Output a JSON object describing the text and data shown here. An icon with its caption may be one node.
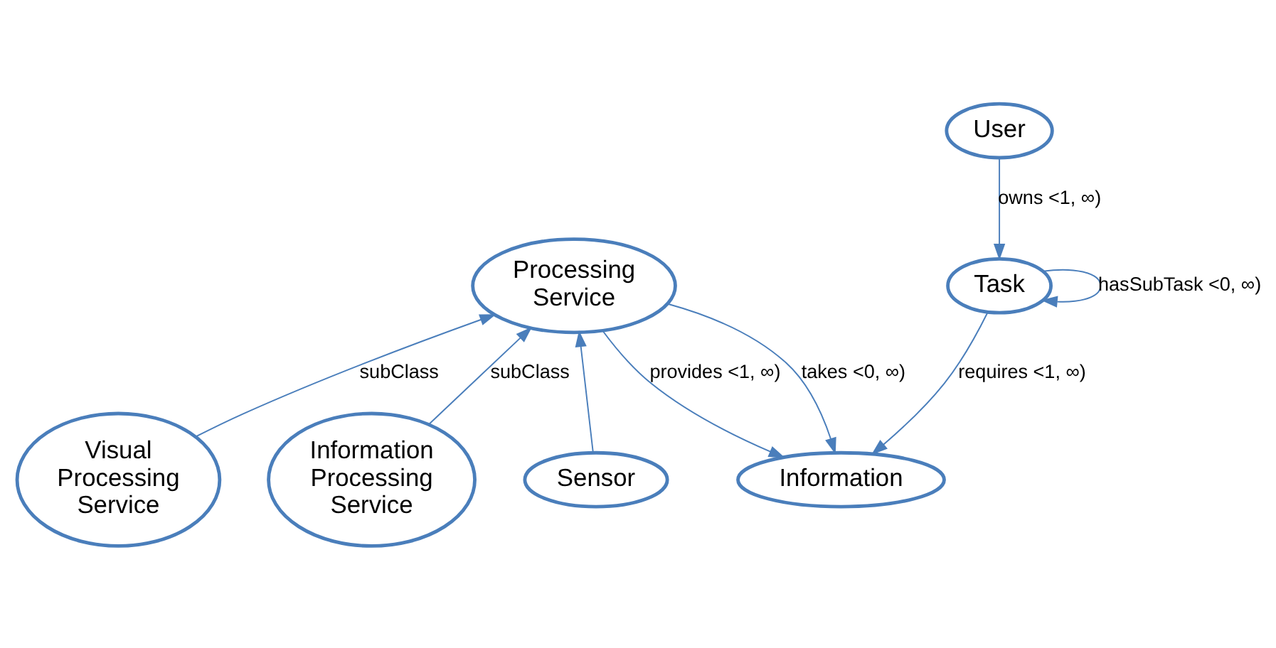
{
  "diagram": {
    "nodes": [
      {
        "text": [
          "Visual Processing Service"
        ]
      },
      {
        "text": [
          "User"
        ]
      },
      {
        "text": [
          "Processing Service"
        ]
      },
      {
        "text": [
          "Task"
        ]
      },
      {
        "text": [
          "Information Processing Service"
        ]
      },
      {
        "text": [
          "Sensor"
        ]
      },
      {
        "text": [
          "Information"
        ]
      }
    ],
    "edges": [
      {
        "from": 3,
        "to": 3,
        "arrow": "to",
        "label": "hasSubTask <0, ∞)"
      },
      {
        "from": 1,
        "to": 3,
        "arrow": "to",
        "label": "owns <1, ∞)"
      },
      {
        "from": 3,
        "to": 6,
        "arrow": "to",
        "label": "requires <1, ∞)"
      },
      {
        "from": 2,
        "to": 6,
        "arrow": "to",
        "label": "provides <1, ∞)"
      },
      {
        "from": 2,
        "to": 6,
        "arrow": "to",
        "label": "takes <0, ∞)"
      },
      {
        "from": 0,
        "to": 2,
        "arrow": "to",
        "label": "subClass"
      },
      {
        "from": 4,
        "to": 2,
        "arrow": "to",
        "label": "subClass"
      },
      {
        "from": 5,
        "to": 2,
        "arrow": "to"
      }
    ]
  }
}
